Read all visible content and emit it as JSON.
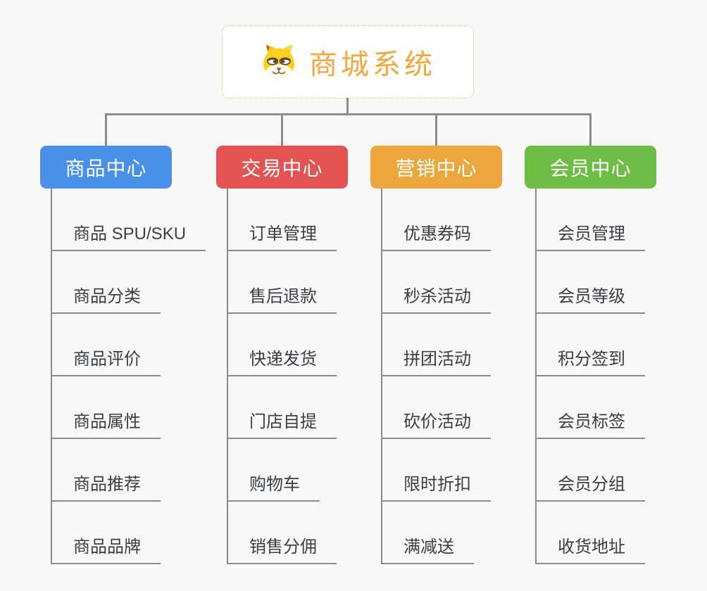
{
  "root": {
    "title": "商城系统",
    "icon": "shiba-dog-icon",
    "accent_color": "#F0A73F",
    "border_color": "#F0B867"
  },
  "colors": {
    "background": "#F8F8F8",
    "line": "#8B8B8B",
    "leaf_text": "#3A3E44"
  },
  "branches": [
    {
      "label": "商品中心",
      "color": "#4A90E8",
      "items": [
        "商品 SPU/SKU",
        "商品分类",
        "商品评价",
        "商品属性",
        "商品推荐",
        "商品品牌"
      ]
    },
    {
      "label": "交易中心",
      "color": "#E25352",
      "items": [
        "订单管理",
        "售后退款",
        "快递发货",
        "门店自提",
        "购物车",
        "销售分佣"
      ]
    },
    {
      "label": "营销中心",
      "color": "#EBA63C",
      "items": [
        "优惠券码",
        "秒杀活动",
        "拼团活动",
        "砍价活动",
        "限时折扣",
        "满减送"
      ]
    },
    {
      "label": "会员中心",
      "color": "#6EBE45",
      "items": [
        "会员管理",
        "会员等级",
        "积分签到",
        "会员标签",
        "会员分组",
        "收货地址"
      ]
    }
  ]
}
